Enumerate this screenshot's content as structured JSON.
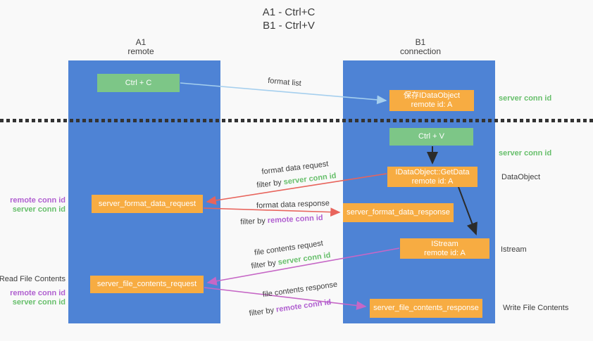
{
  "title": {
    "line1": "A1 - Ctrl+C",
    "line2": "B1 - Ctrl+V"
  },
  "lanes": {
    "a1": {
      "title": "A1",
      "subtitle": "remote"
    },
    "b1": {
      "title": "B1",
      "subtitle": "connection"
    }
  },
  "nodes": {
    "ctrl_c": {
      "label": "Ctrl + C"
    },
    "save_idataobject": {
      "line1": "保存IDataObject",
      "line2": "remote id: A"
    },
    "ctrl_v": {
      "label": "Ctrl + V"
    },
    "getdata": {
      "line1": "IDataObject::GetData",
      "line2": "remote id: A"
    },
    "format_request": {
      "label": "server_format_data_request"
    },
    "format_response": {
      "label": "server_format_data_response"
    },
    "istream": {
      "line1": "IStream",
      "line2": "remote id: A"
    },
    "file_request": {
      "label": "server_file_contents_request"
    },
    "file_response": {
      "label": "server_file_contents_response"
    }
  },
  "flow_labels": {
    "format_list": "format list",
    "format_data_request": "format data request",
    "format_data_response": "format data response",
    "file_contents_request": "file contents request",
    "file_contents_response": "file contents response",
    "filter_by": "filter by",
    "server_conn_id": "server conn id",
    "remote_conn_id": "remote conn id"
  },
  "side_labels": {
    "right_server_conn_id_1": "server conn id",
    "right_server_conn_id_2": "server conn id",
    "right_dataobject": "DataObject",
    "right_istream": "Istream",
    "right_write_file_contents": "Write File Contents",
    "left_remote_conn_id_1": "remote conn id",
    "left_server_conn_id_1": "server conn id",
    "left_read_file_contents": "Read File Contents",
    "left_remote_conn_id_2": "remote conn id",
    "left_server_conn_id_2": "server conn id"
  },
  "colors": {
    "lane_blue": "#4e83d5",
    "node_green": "#7dc687",
    "node_orange": "#f7ac42",
    "arrow_light_blue": "#a5cfee",
    "arrow_red": "#e8645c",
    "arrow_magenta": "#c667c6",
    "arrow_black": "#2b2b2b",
    "text_green": "#67bf6b",
    "text_purple": "#b05fd0",
    "text_dark": "#3d3d3d",
    "background": "#f9f9f9"
  }
}
